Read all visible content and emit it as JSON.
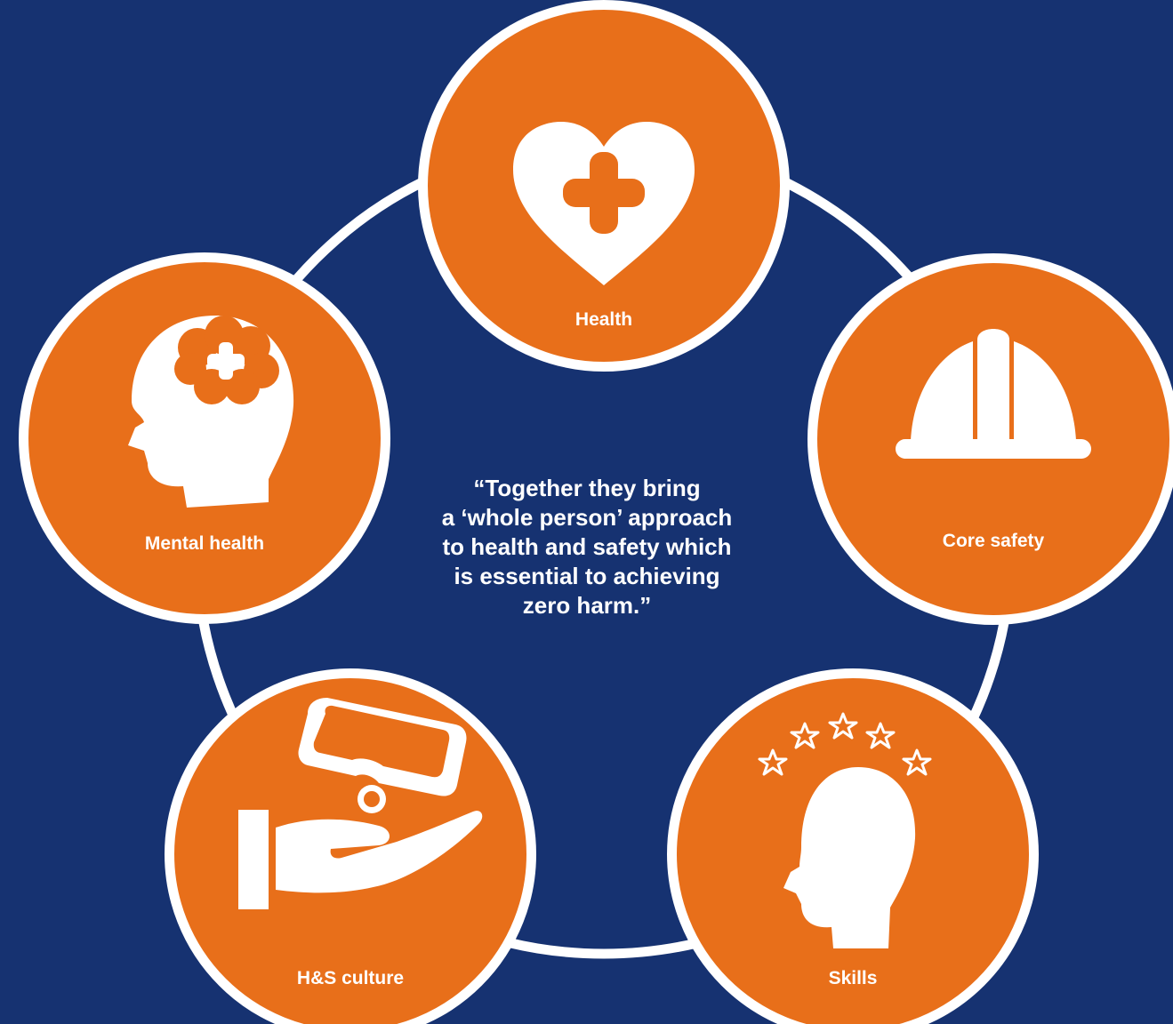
{
  "colors": {
    "background": "#163271",
    "accent": "#e86f1a",
    "ring": "#ffffff"
  },
  "nodes": [
    {
      "id": "health",
      "label": "Health",
      "icon": "heart-plus-icon"
    },
    {
      "id": "core-safety",
      "label": "Core safety",
      "icon": "hard-hat-icon"
    },
    {
      "id": "skills",
      "label": "Skills",
      "icon": "head-stars-icon"
    },
    {
      "id": "hs-culture",
      "label": "H&S culture",
      "icon": "hand-goggles-icon"
    },
    {
      "id": "mental-health",
      "label": "Mental health",
      "icon": "head-brain-icon"
    }
  ],
  "quote": "“Together they bring\na ‘whole person’ approach\nto health and safety which\nis essential to achieving\nzero harm.”"
}
